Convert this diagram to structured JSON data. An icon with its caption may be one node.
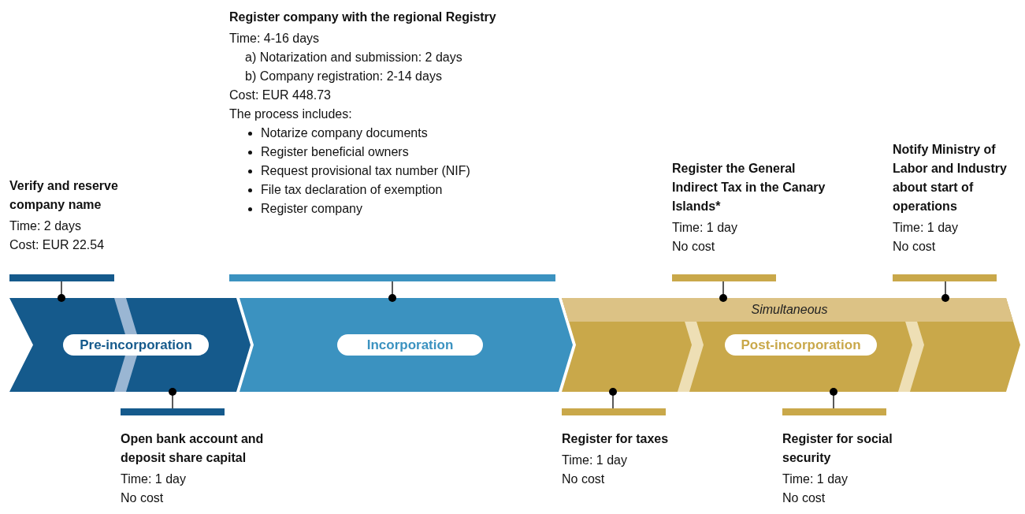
{
  "diagram": {
    "nodes": [
      {
        "text": [
          "Pre-incorporation"
        ]
      },
      {
        "text": [
          "Incorporation"
        ]
      },
      {
        "text": [
          "Post-incorporation"
        ]
      },
      {
        "text": [
          "Simultaneous"
        ],
        "in": 2
      },
      {
        "text": [
          "Verify and reserve company name",
          "Time: 2 days",
          "Cost: EUR 22.54"
        ]
      },
      {
        "text": [
          "Open bank account and deposit share capital",
          "Time: 1 day",
          "No cost"
        ]
      },
      {
        "text": [
          "Register company with the regional Registry",
          "Time: 4-16 days",
          "a) Notarization and submission: 2 days",
          "b) Company registration: 2-14 days",
          "Cost: EUR 448.73",
          "The process includes:",
          "Notarize company documents",
          "Register beneficial owners",
          "Request provisional tax number (NIF)",
          "File tax declaration of exemption",
          "Register company"
        ]
      },
      {
        "text": [
          "Register for taxes",
          "Time: 1 day",
          "No cost"
        ]
      },
      {
        "text": [
          "Register the General Indirect Tax in the Canary Islands*",
          "Time: 1 day",
          "No cost"
        ]
      },
      {
        "text": [
          "Register for social security",
          "Time: 1 day",
          "No cost"
        ]
      },
      {
        "text": [
          "Notify Ministry of Labor and Industry about start of operations",
          "Time: 1 day",
          "No cost"
        ]
      }
    ],
    "edges": [
      {
        "from": 4,
        "to": 0,
        "arrow": "other"
      },
      {
        "from": 5,
        "to": 0,
        "arrow": "other"
      },
      {
        "from": 6,
        "to": 1,
        "arrow": "other"
      },
      {
        "from": 7,
        "to": 2,
        "arrow": "other"
      },
      {
        "from": 8,
        "to": 3,
        "arrow": "other"
      },
      {
        "from": 9,
        "to": 2,
        "arrow": "other"
      },
      {
        "from": 10,
        "to": 3,
        "arrow": "other"
      }
    ]
  }
}
